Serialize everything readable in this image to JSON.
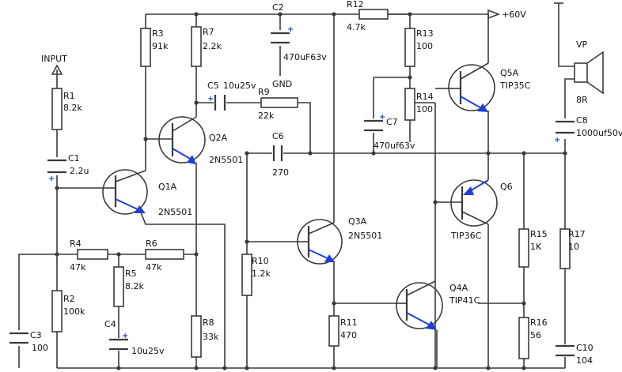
{
  "labels": {
    "input": "INPUT",
    "r1": "R1",
    "r1_v": "8.2k",
    "c1": "C1",
    "c1_v": "2.2u",
    "r2": "R2",
    "r2_v": "100k",
    "c3": "C3",
    "c3_v": "100",
    "r3": "R3",
    "r3_v": "91k",
    "q1": "Q1A",
    "q1_v": "2N5501",
    "r4": "R4",
    "r4_v": "47k",
    "r5": "R5",
    "r5_v": "8.2k",
    "r6": "R6",
    "r6_v": "47k",
    "c4": "C4",
    "c4_v": "10u25v",
    "r7": "R7",
    "r7_v": "2.2k",
    "q2": "Q2A",
    "q2_v": "2N5501",
    "c5": "C5",
    "c5_v": "10u25v",
    "r8": "R8",
    "r8_v": "33k",
    "c2": "C2",
    "c2_v": "470uF63v",
    "gnd": "GND",
    "r9": "R9",
    "r9_v": "22k",
    "c6": "C6",
    "c6_v": "270",
    "r10": "R10",
    "r10_v": "1.2k",
    "q3": "Q3A",
    "q3_v": "2N5501",
    "r11": "R11",
    "r11_v": "470",
    "r12": "R12",
    "r12_v": "4.7k",
    "vcc": "+60V",
    "r13": "R13",
    "r13_v": "100",
    "r14": "R14",
    "r14_v": "100",
    "c7": "C7",
    "c7_v": "470uf63v",
    "q5": "Q5A",
    "q5_v": "TIP35C",
    "q6": "Q6",
    "q6_v": "TIP36C",
    "q4": "Q4A",
    "q4_v": "TIP41C",
    "vp": "VP",
    "spk_v": "8R",
    "c8": "C8",
    "c8_v": "1000uf50v",
    "r15": "R15",
    "r15_v": "1K",
    "r16": "R16",
    "r16_v": "56",
    "r17": "R17",
    "r17_v": "10",
    "c10": "C10",
    "c10_v": "104"
  },
  "colors": {
    "wire": "#3a3a3a",
    "accent": "#1f3fd6",
    "text": "#111111"
  }
}
